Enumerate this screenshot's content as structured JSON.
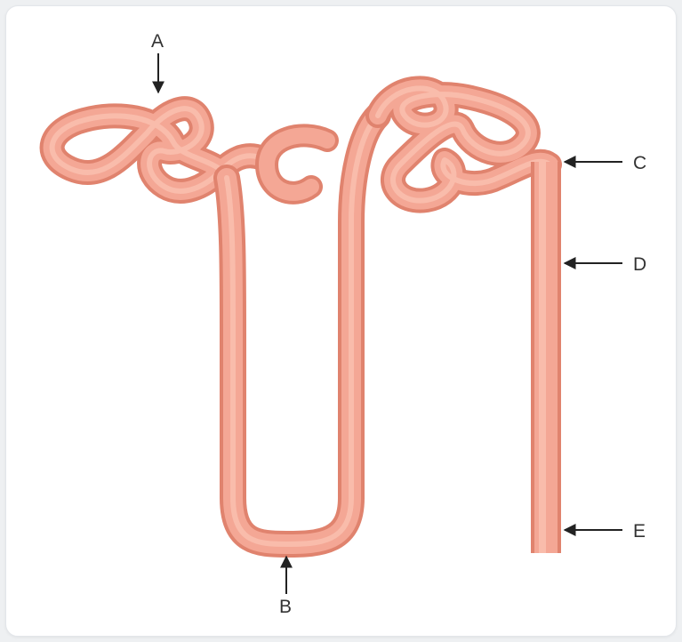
{
  "diagram": {
    "labels": {
      "a": "A",
      "b": "B",
      "c": "C",
      "d": "D",
      "e": "E"
    }
  },
  "colors": {
    "tubule_outline": "#e0836e",
    "tubule_fill": "#f4a795",
    "tubule_highlight": "#fbc9bb",
    "arrow": "#222222",
    "label": "#333333",
    "background": "#ffffff"
  }
}
